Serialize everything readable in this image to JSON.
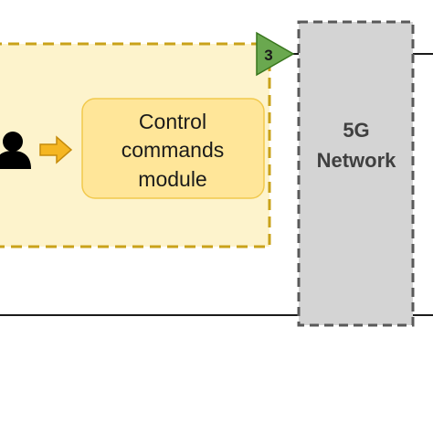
{
  "diagram": {
    "control_module": {
      "line1": "Control",
      "line2": "commands",
      "line3": "module"
    },
    "network": {
      "line1": "5G",
      "line2": "Network"
    },
    "flow_marker": {
      "number": "3"
    },
    "icons": {
      "user": "user-icon",
      "arrow": "arrow-right-icon"
    },
    "colors": {
      "yellow_region_fill": "#fdf3cc",
      "yellow_region_border": "#c9a21a",
      "module_fill": "#ffe699",
      "module_border": "#f2c94c",
      "network_fill": "#d4d4d4",
      "network_border": "#595959",
      "network_text": "#404040",
      "marker_fill": "#6aa84f",
      "marker_border": "#38761d",
      "arrow_fill": "#f5b622",
      "arrow_border": "#c58b0c",
      "line": "#1a1a1a"
    }
  }
}
